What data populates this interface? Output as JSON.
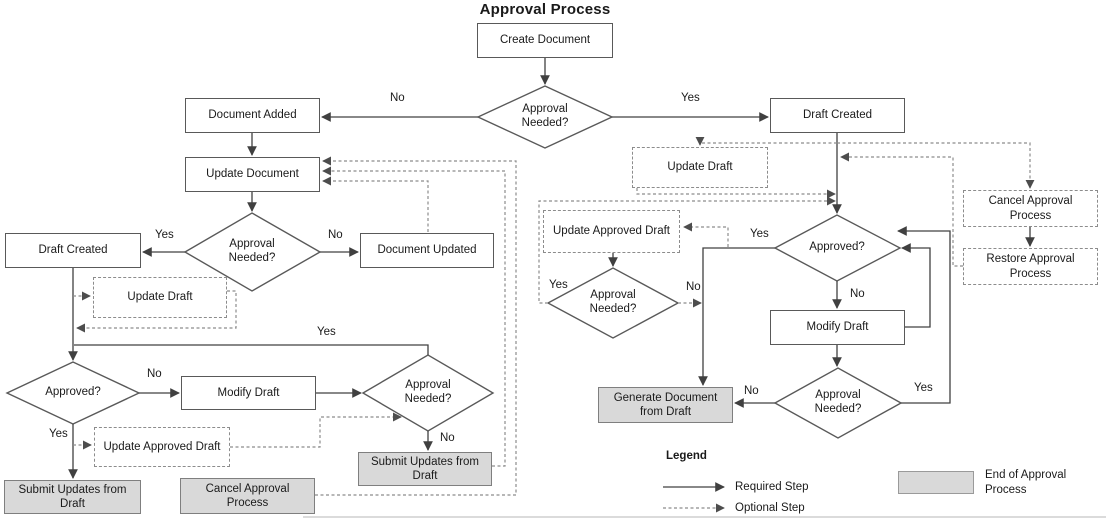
{
  "title": "Approval Process",
  "nodes": {
    "create_document": {
      "label": "Create Document",
      "type": "step"
    },
    "document_added": {
      "label": "Document Added",
      "type": "step"
    },
    "update_document": {
      "label": "Update Document",
      "type": "step"
    },
    "draft_created_left": {
      "label": "Draft Created",
      "type": "step"
    },
    "document_updated": {
      "label": "Document Updated",
      "type": "step"
    },
    "update_draft_left": {
      "label": "Update Draft",
      "type": "optional"
    },
    "modify_draft_left": {
      "label": "Modify Draft",
      "type": "step"
    },
    "update_approved_draft_left": {
      "label": "Update Approved Draft",
      "type": "optional"
    },
    "submit_updates_left": {
      "label": "Submit Updates from Draft",
      "type": "end"
    },
    "cancel_approval_left": {
      "label": "Cancel Approval Process",
      "type": "end"
    },
    "submit_updates_mid": {
      "label": "Submit Updates from Draft",
      "type": "end"
    },
    "draft_created_right": {
      "label": "Draft Created",
      "type": "step"
    },
    "update_draft_right": {
      "label": "Update Draft",
      "type": "optional"
    },
    "update_approved_draft_right": {
      "label": "Update Approved Draft",
      "type": "optional"
    },
    "modify_draft_right": {
      "label": "Modify Draft",
      "type": "step"
    },
    "generate_document": {
      "label": "Generate Document from Draft",
      "type": "end"
    },
    "cancel_approval_right": {
      "label": "Cancel Approval Process",
      "type": "optional"
    },
    "restore_approval_right": {
      "label": "Restore Approval Process",
      "type": "optional"
    }
  },
  "decisions": {
    "approval_needed_top": {
      "label": "Approval Needed?"
    },
    "approval_needed_left": {
      "label": "Approval Needed?"
    },
    "approved_left": {
      "label": "Approved?"
    },
    "approval_needed_left2": {
      "label": "Approval Needed?"
    },
    "approved_right": {
      "label": "Approved?"
    },
    "approval_needed_mid": {
      "label": "Approval Needed?"
    },
    "approval_needed_right": {
      "label": "Approval Needed?"
    }
  },
  "edge_labels": {
    "top_no": "No",
    "top_yes": "Yes",
    "left_yes": "Yes",
    "left_no": "No",
    "loop_yes": "Yes",
    "approved_left_no": "No",
    "approved_left_yes": "Yes",
    "an_left2_no": "No",
    "approved_right_yes": "Yes",
    "approved_right_no": "No",
    "mid_yes": "Yes",
    "mid_no": "No",
    "an_right_no": "No",
    "an_right_yes": "Yes"
  },
  "legend": {
    "title": "Legend",
    "required": "Required Step",
    "optional": "Optional Step",
    "end": "End of Approval Process"
  },
  "colors": {
    "solid_line": "#404040",
    "dashed_line": "#8c8c8c",
    "box_border": "#595959",
    "end_fill": "#d9d9d9",
    "end_border": "#7f7f7f",
    "text": "#1a1a1a"
  }
}
